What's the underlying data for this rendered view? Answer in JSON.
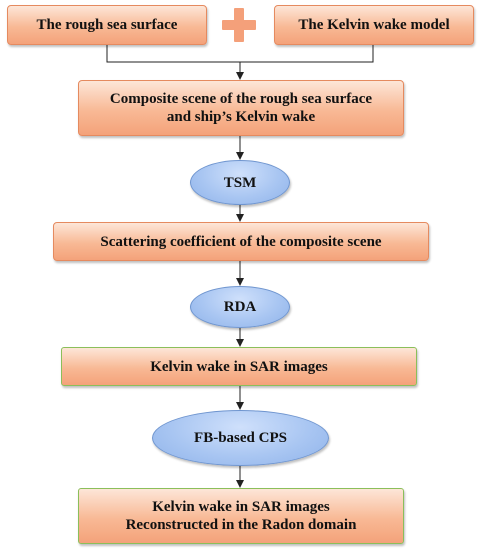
{
  "nodes": {
    "rough_sea": "The rough sea surface",
    "kelvin_model": "The Kelvin wake model",
    "composite_line1": "Composite scene of the rough sea surface",
    "composite_line2": "and ship’s Kelvin wake",
    "tsm": "TSM",
    "scattering": "Scattering coefficient of the composite scene",
    "rda": "RDA",
    "sar": "Kelvin wake in SAR images",
    "fb_cps": "FB-based CPS",
    "final_line1": "Kelvin wake in SAR images",
    "final_line2": "Reconstructed in the Radon domain"
  },
  "icons": {
    "plus": "plus-icon"
  },
  "colors": {
    "box_fill": "#f8b995",
    "box_border": "#e58a5f",
    "ellipse_fill": "#a9c6f2",
    "green_border": "#8bbf5a",
    "arrow": "#222222"
  }
}
